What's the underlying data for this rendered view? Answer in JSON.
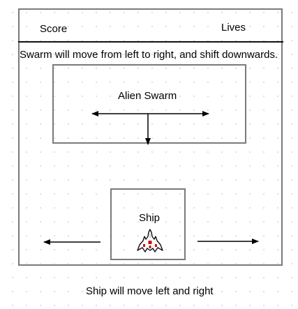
{
  "header": {
    "score_label": "Score",
    "lives_label": "Lives"
  },
  "swarm": {
    "note": "Swarm will move from left to right, and shift downwards.",
    "label": "Alien Swarm"
  },
  "ship": {
    "label": "Ship",
    "note": "Ship will move left and right",
    "icon": "player-ship-icon"
  },
  "colors": {
    "box_border": "#7a7a7a",
    "ship_accent": "#cc1111"
  }
}
